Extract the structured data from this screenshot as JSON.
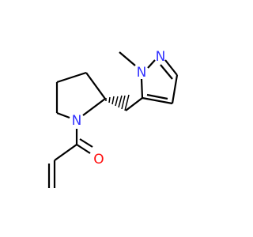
{
  "molecule": {
    "atoms": [
      {
        "id": "N_pyrrolidine",
        "symbol": "N",
        "label": "N",
        "color": "#3333FF"
      },
      {
        "id": "O_carbonyl",
        "symbol": "O",
        "label": "O",
        "color": "#FF0D0D"
      },
      {
        "id": "N1_pyrazole",
        "symbol": "N",
        "label": "N",
        "color": "#3333FF"
      },
      {
        "id": "N2_pyrazole",
        "symbol": "N",
        "label": "N",
        "color": "#3333FF"
      },
      {
        "id": "C_methyl",
        "symbol": "C",
        "label": "",
        "color": "#000000"
      },
      {
        "id": "C_vinyl_terminal",
        "symbol": "C",
        "label": "",
        "color": "#000000"
      },
      {
        "id": "C_stereocenter",
        "symbol": "C",
        "label": "",
        "color": "#000000"
      }
    ],
    "bond_color": "#000000"
  }
}
